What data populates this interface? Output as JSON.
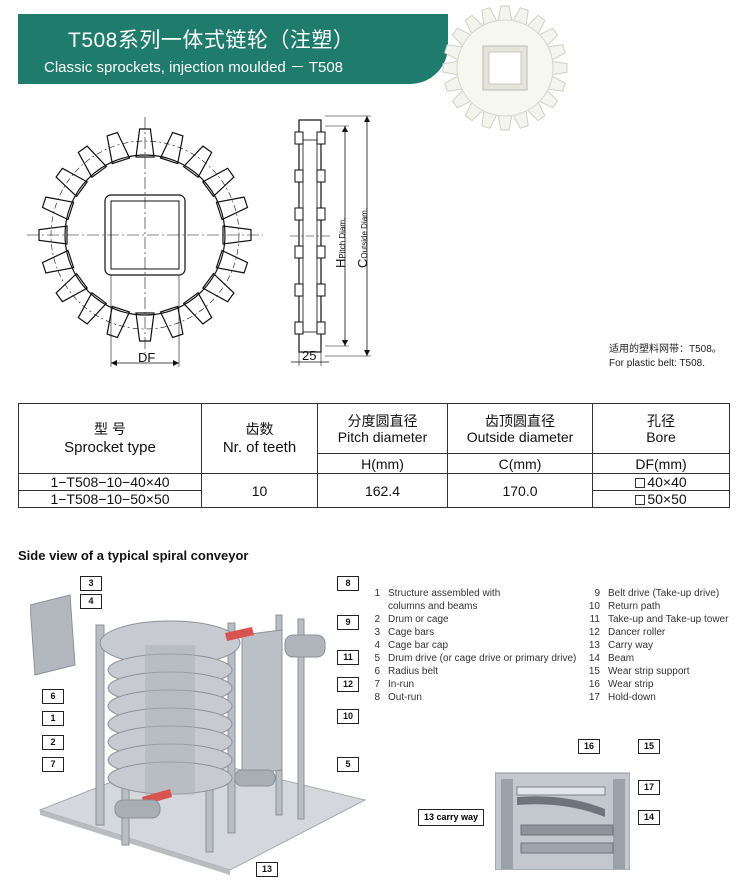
{
  "header": {
    "title_cn": "T508系列一体式链轮（注塑）",
    "title_en": "Classic sprockets, injection moulded － T508"
  },
  "drawing": {
    "df_label": "DF",
    "width_label": "25",
    "pitch_label": "H",
    "pitch_sub": "Pitch Diam.",
    "outside_label": "C",
    "outside_sub": "Outside Diam."
  },
  "belt_note": {
    "cn": "适用的塑料网带：T508。",
    "en": "For plastic belt: T508."
  },
  "table": {
    "h_type_cn": "型 号",
    "h_type_en": "Sprocket type",
    "h_teeth_cn": "齿数",
    "h_teeth_en": "Nr. of teeth",
    "h_pitch_cn": "分度圆直径",
    "h_pitch_en": "Pitch diameter",
    "h_outside_cn": "齿顶圆直径",
    "h_outside_en": "Outside diameter",
    "h_bore_cn": "孔径",
    "h_bore_en": "Bore",
    "u_pitch": "H(mm)",
    "u_outside": "C(mm)",
    "u_bore": "DF(mm)",
    "rows": [
      {
        "type": "1−T508−10−40×40",
        "bore": "40×40"
      },
      {
        "type": "1−T508−10−50×50",
        "bore": "50×50"
      }
    ],
    "teeth": "10",
    "pitch": "162.4",
    "outside": "170.0"
  },
  "spiral": {
    "title": "Side view of a typical spiral conveyor",
    "legend_left": [
      {
        "n": "1",
        "t": "Structure assembled with"
      },
      {
        "n": "",
        "t": "columns and beams"
      },
      {
        "n": "2",
        "t": "Drum or cage"
      },
      {
        "n": "3",
        "t": "Cage bars"
      },
      {
        "n": "4",
        "t": "Cage bar cap"
      },
      {
        "n": "5",
        "t": "Drum drive (or cage drive or primary drive)"
      },
      {
        "n": "6",
        "t": "Radius belt"
      },
      {
        "n": "7",
        "t": "In-run"
      },
      {
        "n": "8",
        "t": "Out-run"
      }
    ],
    "legend_right": [
      {
        "n": "9",
        "t": "Belt drive (Take-up drive)"
      },
      {
        "n": "10",
        "t": "Return path"
      },
      {
        "n": "11",
        "t": "Take-up and Take-up tower"
      },
      {
        "n": "12",
        "t": "Dancer roller"
      },
      {
        "n": "13",
        "t": "Carry way"
      },
      {
        "n": "14",
        "t": "Beam"
      },
      {
        "n": "15",
        "t": "Wear strip support"
      },
      {
        "n": "16",
        "t": "Wear strip"
      },
      {
        "n": "17",
        "t": "Hold-down"
      }
    ],
    "callouts": [
      "3",
      "4",
      "6",
      "1",
      "2",
      "7",
      "8",
      "9",
      "11",
      "12",
      "10",
      "5",
      "13",
      "16",
      "15",
      "17",
      "14"
    ],
    "carry_way_label": "13 carry way"
  }
}
